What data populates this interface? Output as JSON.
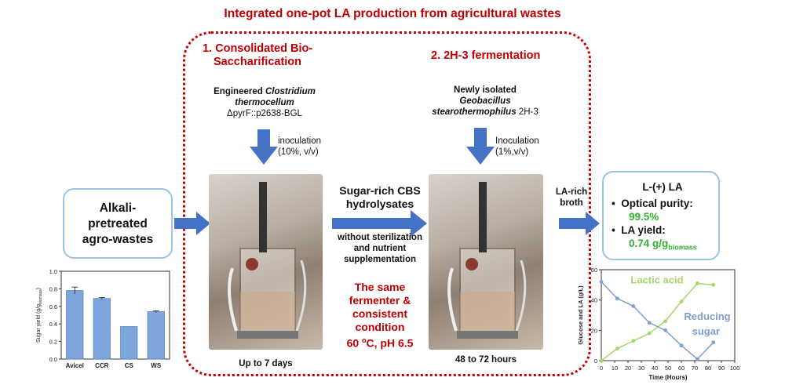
{
  "title": "Integrated one-pot LA production from agricultural wastes",
  "step1": {
    "line1": "1. Consolidated Bio-",
    "line2": "Saccharification"
  },
  "step2": {
    "label": "2. 2H-3 fermentation"
  },
  "organism1": {
    "line1": "Engineered",
    "species1": "Clostridium",
    "species2": "thermocellum",
    "strain": "ΔpyrF::p2638-BGL"
  },
  "organism2": {
    "line1": "Newly isolated",
    "species1": "Geobacillus",
    "species2": "stearothermophilus",
    "strain": "2H-3"
  },
  "inoculation1": {
    "line1": "inoculation",
    "line2": "(10%, v/v)"
  },
  "inoculation2": {
    "line1": "Inoculation",
    "line2": "(1%,v/v)"
  },
  "feedstock": {
    "line1": "Alkali-",
    "line2": "pretreated",
    "line3": "agro-wastes"
  },
  "middle": {
    "hydrolysate1": "Sugar-rich CBS",
    "hydrolysate2": "hydrolysates",
    "note1": "without sterilization",
    "note2": "and nutrient",
    "note3": "supplementation",
    "same1": "The same",
    "same2": "fermenter &",
    "same3": "consistent",
    "same4": "condition",
    "cond_temp": "60 ",
    "cond_deg": "o",
    "cond_rest": "C, pH 6.5"
  },
  "duration1": "Up to 7 days",
  "duration2": "48  to 72 hours",
  "broth": {
    "line1": "LA-rich",
    "line2": "broth"
  },
  "result": {
    "title": "L-(+) LA",
    "bullet": "•",
    "purity_label": "Optical purity:",
    "purity_value": "99.5%",
    "yield_label": "LA yield:",
    "yield_value": "0.74 g/g",
    "yield_sub": "biomass"
  },
  "chart_data": [
    {
      "type": "bar",
      "categories": [
        "Avicel",
        "CCR",
        "CS",
        "WS"
      ],
      "values": [
        0.78,
        0.69,
        0.37,
        0.54
      ],
      "errors": [
        0.04,
        0.01,
        0.0,
        0.01
      ],
      "ylabel": "Sugar yield (g/g",
      "ylabel_sub": "biomass",
      "ylabel_end": ")",
      "ylim": [
        0,
        1.0
      ],
      "yticks": [
        "0.0",
        "0.2",
        "0.4",
        "0.6",
        "0.8",
        "1.0"
      ],
      "color": "#7fa6dc"
    },
    {
      "type": "line",
      "xlabel": "Time (Hours)",
      "ylabel": "Glucose and LA (g/L)",
      "xlim": [
        0,
        100
      ],
      "ylim": [
        0,
        60
      ],
      "xticks": [
        "0",
        "10",
        "20",
        "30",
        "40",
        "50",
        "60",
        "70",
        "80",
        "90",
        "100"
      ],
      "yticks": [
        "0",
        "20",
        "40",
        "60"
      ],
      "series": [
        {
          "name": "Lactic acid",
          "color": "#a6d66a",
          "x": [
            0,
            12,
            24,
            36,
            48,
            60,
            72,
            84
          ],
          "y": [
            0,
            8,
            13,
            18,
            26,
            39,
            51,
            50
          ]
        },
        {
          "name": "Reducing sugar",
          "color": "#7f9fcf",
          "x": [
            0,
            12,
            24,
            36,
            48,
            60,
            72,
            84
          ],
          "y": [
            52,
            41,
            36,
            25,
            20,
            10,
            1,
            12
          ]
        }
      ],
      "annotations": [
        "Lactic acid",
        "Reducing",
        "sugar"
      ]
    }
  ]
}
